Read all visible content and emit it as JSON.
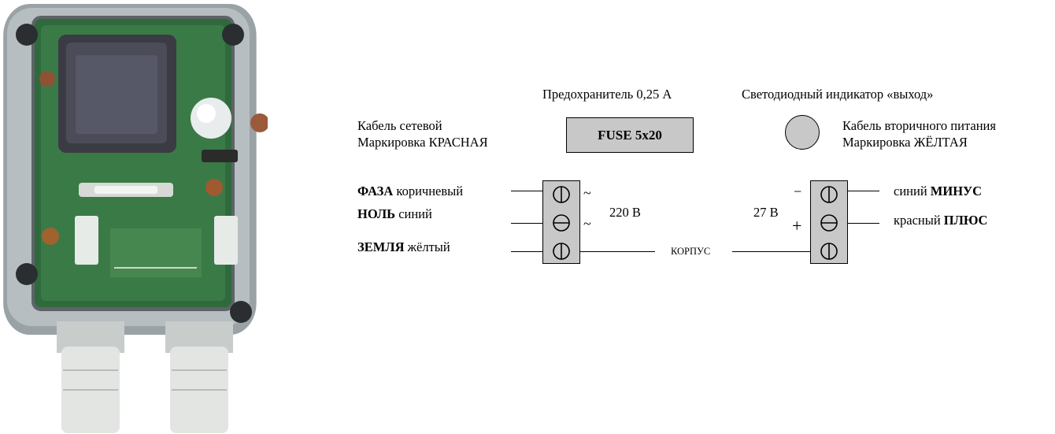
{
  "photo": {
    "subject": "device-photo",
    "colors": {
      "pcb": "#2f6a3c",
      "housing": "#9aa2a6",
      "transformer": "#3b3b44",
      "gland": "#e3e5e3"
    }
  },
  "labels": {
    "fuse_caption": "Предохранитель 0,25 А",
    "led_caption": "Светодиодный индикатор «выход»",
    "fuse_box": "FUSE 5x20",
    "input_cable_line1": "Кабель сетевой",
    "input_cable_line2": "Маркировка КРАСНАЯ",
    "output_cable_line1": "Кабель вторичного питания",
    "output_cable_line2": "Маркировка ЖЁЛТАЯ",
    "input_voltage": "220 В",
    "output_voltage": "27 В",
    "ground_label": "КОРПУС"
  },
  "input_terminals": [
    {
      "name_bold": "ФАЗА",
      "name_rest": " коричневый",
      "symbol": "~"
    },
    {
      "name_bold": "НОЛЬ",
      "name_rest": "  синий",
      "symbol": "~"
    },
    {
      "name_bold": "ЗЕМЛЯ",
      "name_rest": " жёлтый",
      "symbol": ""
    }
  ],
  "output_terminals": [
    {
      "name_pre": "синий  ",
      "name_bold": "МИНУС",
      "symbol": "−"
    },
    {
      "name_pre": "красный ",
      "name_bold": "ПЛЮС",
      "symbol": "+"
    },
    {
      "name_pre": "",
      "name_bold": "",
      "symbol": ""
    }
  ],
  "colors": {
    "block_fill": "#c8c8c8",
    "line": "#000000"
  }
}
